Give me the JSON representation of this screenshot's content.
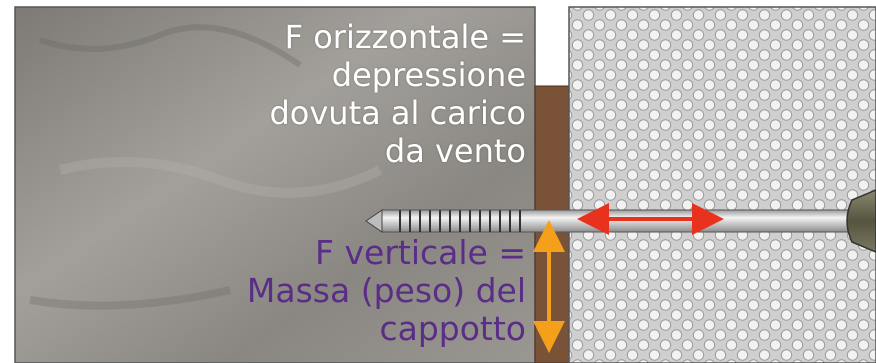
{
  "horizontal_label": {
    "lines": [
      "F orizzontale =",
      "depressione",
      "dovuta al carico",
      "da vento"
    ],
    "color": "#ffffff"
  },
  "vertical_label": {
    "lines": [
      "F verticale =",
      "Massa (peso) del",
      "cappotto"
    ],
    "color": "#5a2d86"
  },
  "colors": {
    "concrete": "#8e8b86",
    "adhesive": "#7a5238",
    "insulation": "#d4d4d4",
    "anchor": "#c9c9c9",
    "head": "#6b6a55",
    "horizontal_arrow": "#e8321e",
    "vertical_arrow": "#f5a01a"
  }
}
